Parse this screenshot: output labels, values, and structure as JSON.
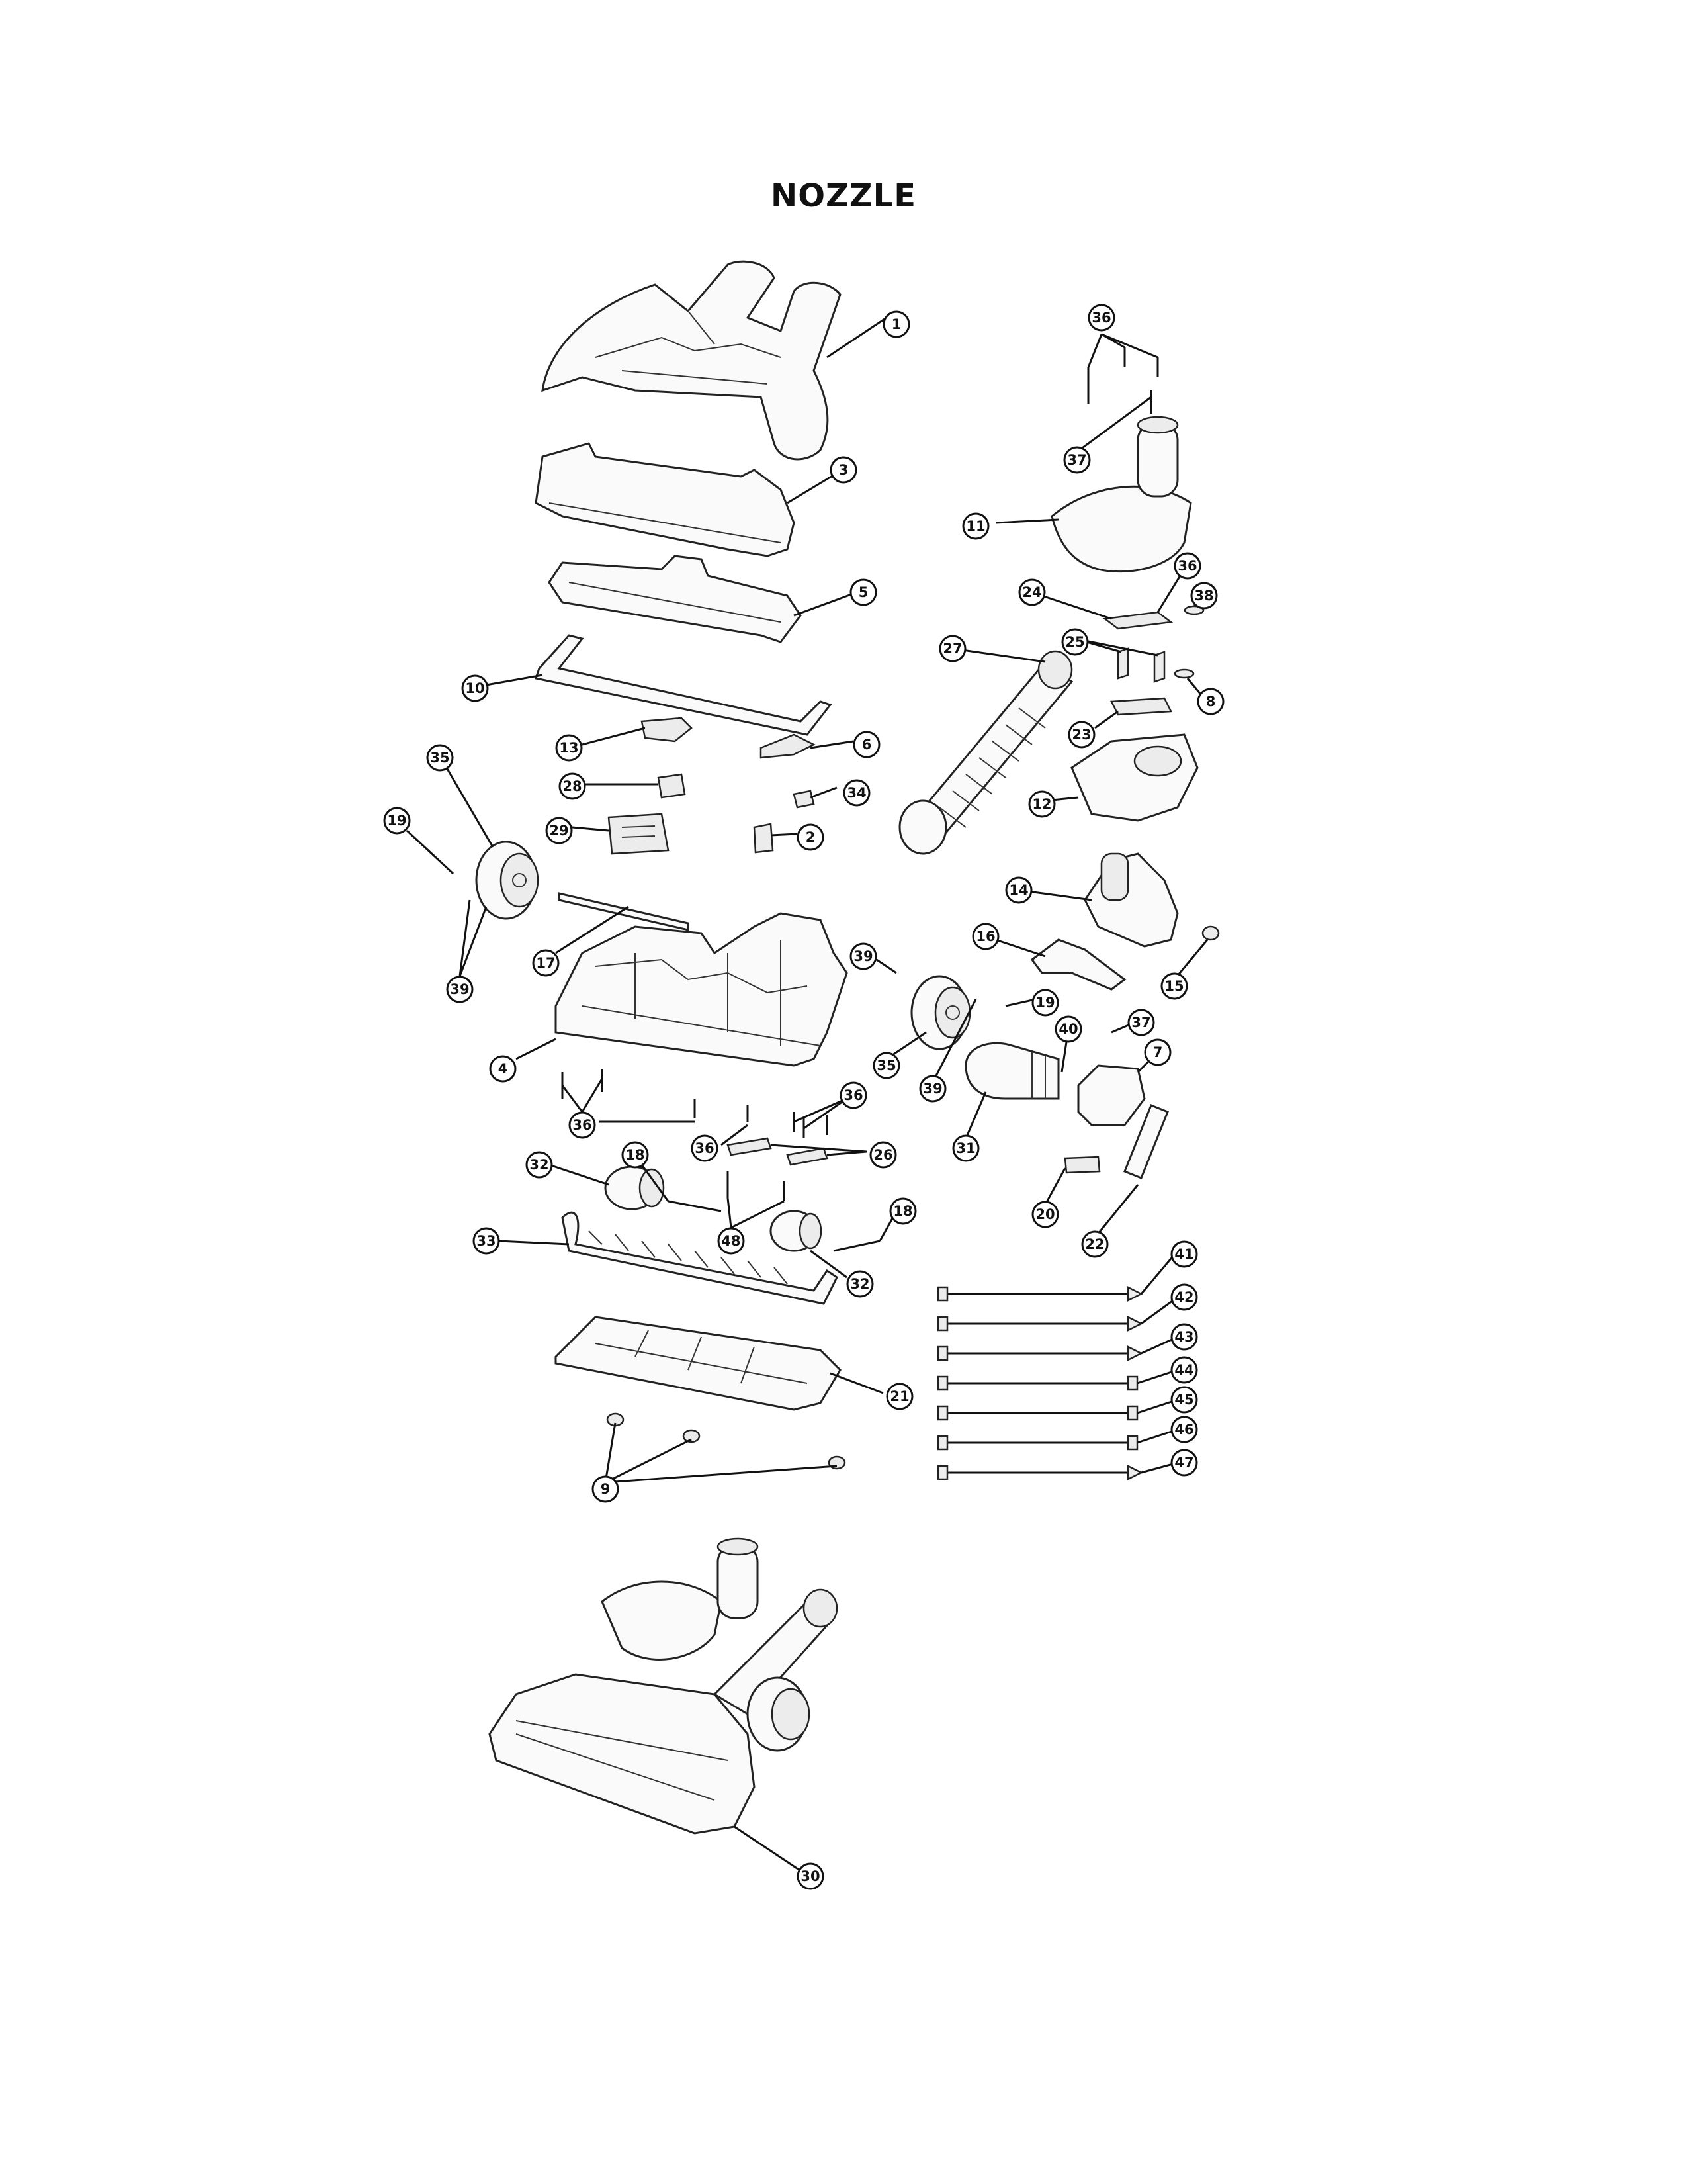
{
  "title": "NOZZLE",
  "callouts": [
    {
      "label": "1"
    },
    {
      "label": "3"
    },
    {
      "label": "5"
    },
    {
      "label": "10"
    },
    {
      "label": "13"
    },
    {
      "label": "6"
    },
    {
      "label": "28"
    },
    {
      "label": "34"
    },
    {
      "label": "29"
    },
    {
      "label": "2"
    },
    {
      "label": "35"
    },
    {
      "label": "19"
    },
    {
      "label": "39"
    },
    {
      "label": "17"
    },
    {
      "label": "4"
    },
    {
      "label": "36"
    },
    {
      "label": "36"
    },
    {
      "label": "36"
    },
    {
      "label": "26"
    },
    {
      "label": "18"
    },
    {
      "label": "32"
    },
    {
      "label": "48"
    },
    {
      "label": "18"
    },
    {
      "label": "32"
    },
    {
      "label": "33"
    },
    {
      "label": "21"
    },
    {
      "label": "9"
    },
    {
      "label": "36"
    },
    {
      "label": "37"
    },
    {
      "label": "11"
    },
    {
      "label": "36"
    },
    {
      "label": "24"
    },
    {
      "label": "38"
    },
    {
      "label": "25"
    },
    {
      "label": "8"
    },
    {
      "label": "27"
    },
    {
      "label": "23"
    },
    {
      "label": "12"
    },
    {
      "label": "14"
    },
    {
      "label": "15"
    },
    {
      "label": "16"
    },
    {
      "label": "39"
    },
    {
      "label": "19"
    },
    {
      "label": "40"
    },
    {
      "label": "37"
    },
    {
      "label": "7"
    },
    {
      "label": "35"
    },
    {
      "label": "39"
    },
    {
      "label": "31"
    },
    {
      "label": "20"
    },
    {
      "label": "22"
    },
    {
      "label": "41"
    },
    {
      "label": "42"
    },
    {
      "label": "43"
    },
    {
      "label": "44"
    },
    {
      "label": "45"
    },
    {
      "label": "46"
    },
    {
      "label": "47"
    },
    {
      "label": "30"
    }
  ]
}
